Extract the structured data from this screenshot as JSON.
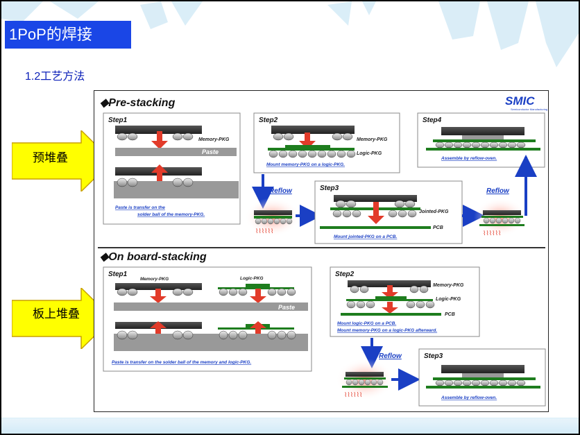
{
  "header": {
    "title": "1PoP的焊接",
    "subtitle": "1.2工艺方法"
  },
  "annotations": {
    "pre_stacking_cn": "预堆叠",
    "on_board_cn": "板上堆叠"
  },
  "diagram": {
    "logo": "SMIC",
    "logo_sub": "Semiconductor Manufacturing",
    "pre": {
      "heading": "◆Pre-stacking",
      "step1": {
        "label": "Step1",
        "part": "Memory-PKG",
        "paste": "Paste",
        "caption1": "Paste is transfer on the",
        "caption2": "solder ball of the memory-PKG."
      },
      "step2": {
        "label": "Step2",
        "part1": "Memory-PKG",
        "part2": "Logic-PKG",
        "caption": "Mount memory-PKG on a logic-PKG."
      },
      "reflow1": "Reflow",
      "step3": {
        "label": "Step3",
        "part1": "Jointed-PKG",
        "part2": "PCB",
        "caption": "Mount jointed-PKG on a PCB."
      },
      "reflow2": "Reflow",
      "step4": {
        "label": "Step4",
        "caption": "Assemble by reflow-oven."
      }
    },
    "onboard": {
      "heading": "◆On board-stacking",
      "step1": {
        "label": "Step1",
        "part1": "Memory-PKG",
        "part2": "Logic-PKG",
        "paste": "Paste",
        "caption": "Paste is transfer on the solder ball of the memory and logic-PKG."
      },
      "step2": {
        "label": "Step2",
        "part1": "Memory-PKG",
        "part2": "Logic-PKG",
        "part3": "PCB",
        "caption1": "Mount logic-PKG on a PCB.",
        "caption2": "Mount memory-PKG on a logic-PKG afterward."
      },
      "reflow": "Reflow",
      "step3": {
        "label": "Step3",
        "caption": "Assemble by reflow-oven."
      }
    }
  },
  "colors": {
    "title_bg": "#1a46e6",
    "accent_blue": "#1a3fc4",
    "green": "#1e7d1e",
    "red": "#e23b2a",
    "arrow_yellow": "#ffff00"
  }
}
